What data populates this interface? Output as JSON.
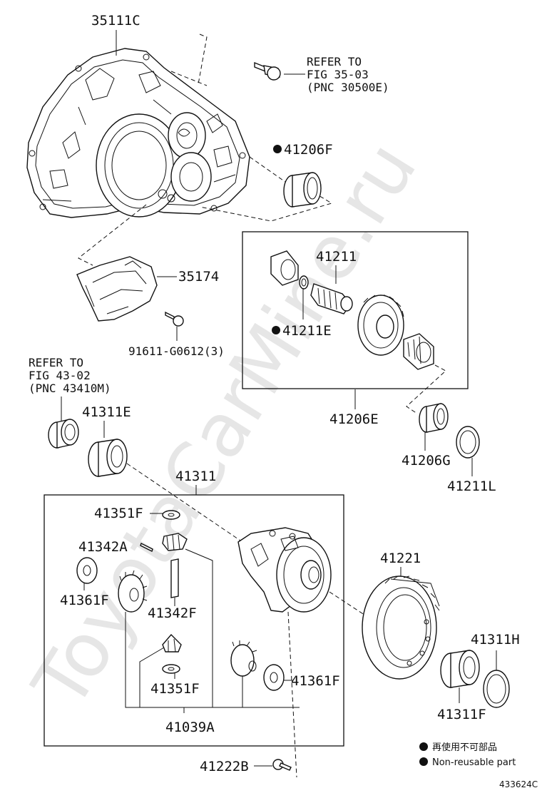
{
  "watermark": "ToyotaCarMine.ru",
  "labels": {
    "p35111C": "35111C",
    "ref1_l1": "REFER TO",
    "ref1_l2": "FIG 35-03",
    "ref1_l3": "(PNC 30500E)",
    "p41206F": "41206F",
    "p41211": "41211",
    "p41211E": "41211E",
    "p41206E": "41206E",
    "p35174": "35174",
    "p91611": "91611-G0612(3)",
    "ref2_l1": "REFER TO",
    "ref2_l2": "FIG 43-02",
    "ref2_l3": "(PNC 43410M)",
    "p41311E": "41311E",
    "p41206G": "41206G",
    "p41211L": "41211L",
    "p41311": "41311",
    "p41351F_top": "41351F",
    "p41342A": "41342A",
    "p41361F_left": "41361F",
    "p41342F": "41342F",
    "p41351F_bot": "41351F",
    "p41361F_right": "41361F",
    "p41039A": "41039A",
    "p41221": "41221",
    "p41311H": "41311H",
    "p41311F": "41311F",
    "p41222B": "41222B"
  },
  "legend": {
    "jp": "再使用不可部品",
    "en": "Non-reusable part"
  },
  "catalog_code": "433624C"
}
